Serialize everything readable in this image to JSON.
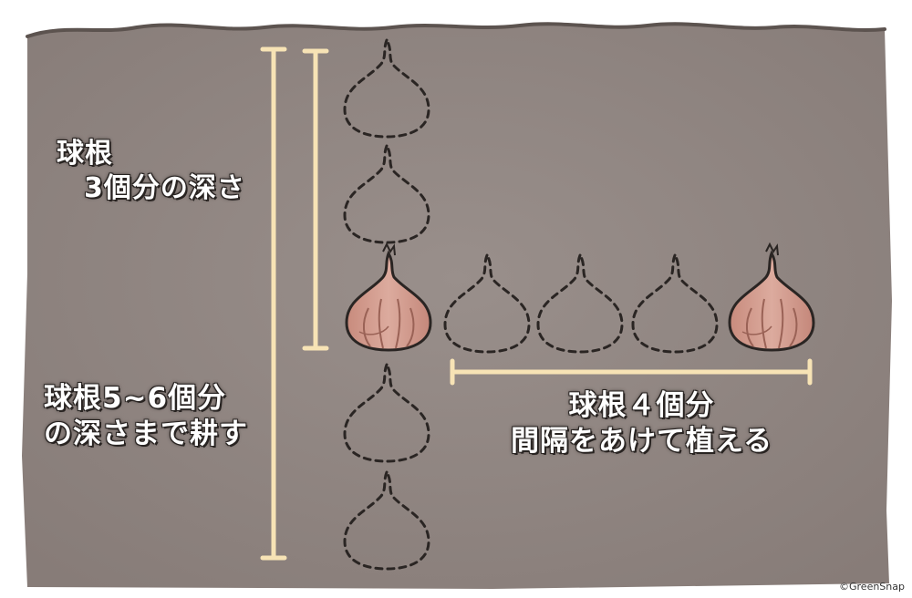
{
  "labels": {
    "bulb_depth_line1": "球根",
    "bulb_depth_line2": "3個分の深さ",
    "till_depth_line1": "球根5~6個分",
    "till_depth_line2": "の深さまで耕す",
    "spacing_line1": "球根４個分",
    "spacing_line2": "間隔をあけて植える"
  },
  "credit": "©GreenSnap",
  "colors": {
    "soil": "#8f8581",
    "soil_dark": "#5c534f",
    "measure_line": "#f7e3b5",
    "bulb": "#d49d8f",
    "bulb_outline": "#2a2523",
    "dashed_outline": "#2a2523"
  }
}
